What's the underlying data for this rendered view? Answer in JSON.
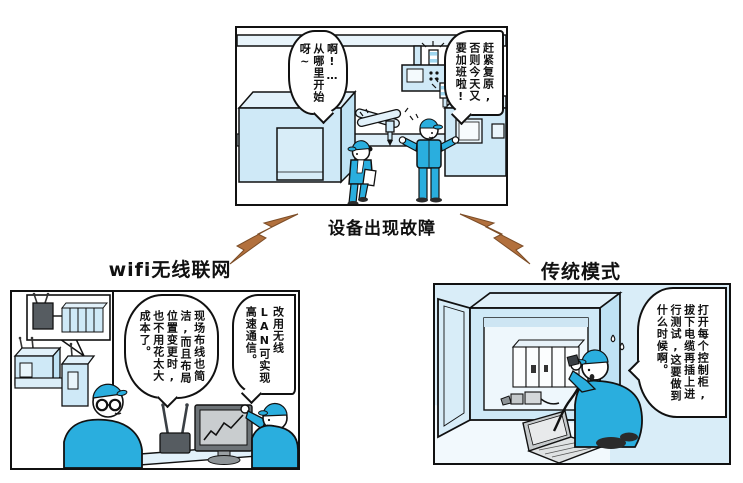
{
  "colors": {
    "panel_fill": "#cfe9f7",
    "panel_fill_light": "#e8f4fb",
    "machine_side": "#bfe2f4",
    "uniform": "#2aaede",
    "arrow_fill": "#b2703d",
    "arrow_stroke": "#7c4d27",
    "device_dark": "#565c61",
    "screen_gray": "#c9cdcf",
    "outline": "#111111",
    "wall_blue": "#d9edf8"
  },
  "flow": {
    "trigger_label": "设备出现故障"
  },
  "panels": {
    "factory": {
      "bubble_left": "啊!…\n从哪里开始\n呀~",
      "bubble_right": "赶紧复原,\n否则今天又\n要加班啦!"
    },
    "wifi": {
      "title": "wifi无线联网",
      "bubble_left": "现场布线也简\n洁,而且布局\n位置变更时,\n也不用花太大\n成本了。",
      "bubble_right": "改用无线\nLAN可实现\n高速通信。"
    },
    "traditional": {
      "title": "传统模式",
      "bubble": "打开每个控制柜,\n拔下电缆再插上进\n行测试,这要做到\n什么时候啊。"
    }
  }
}
